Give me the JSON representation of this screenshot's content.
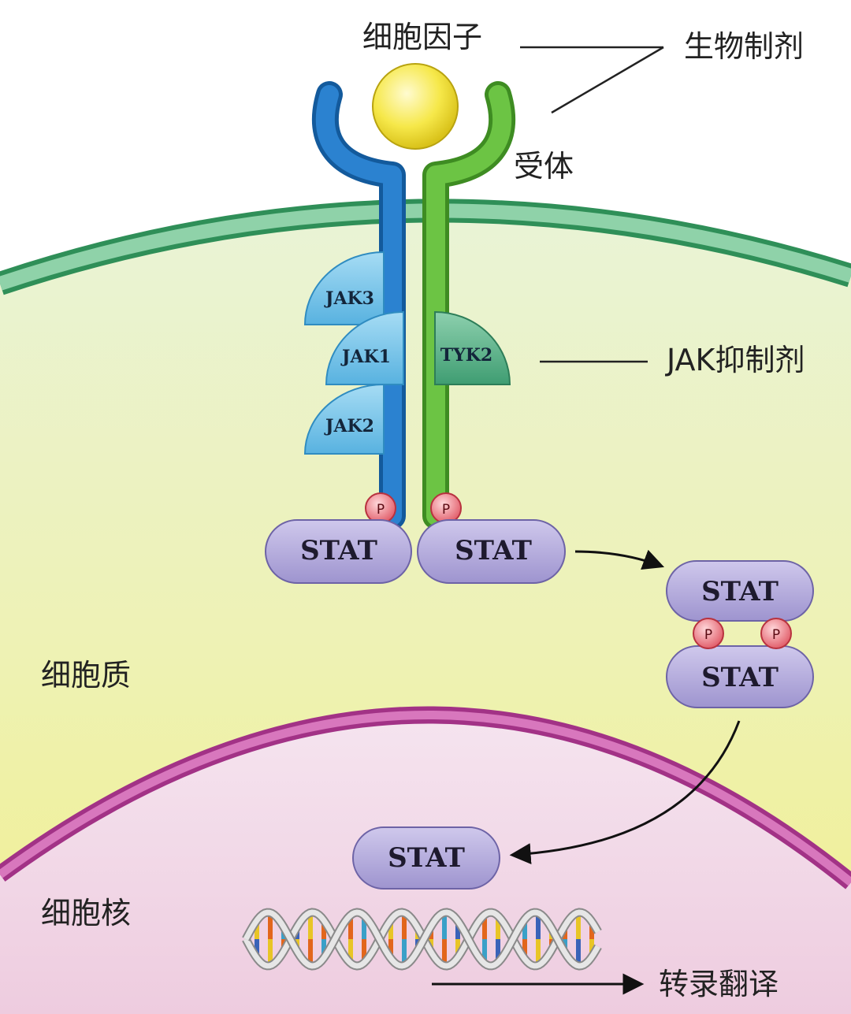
{
  "labels": {
    "cytokine": "细胞因子",
    "biologics": "生物制剂",
    "receptor": "受体",
    "jak_inhibitor": "JAK抑制剂",
    "cytoplasm": "细胞质",
    "nucleus": "细胞核",
    "transcription": "转录翻译"
  },
  "kinases": {
    "jak3": "JAK3",
    "jak1": "JAK1",
    "jak2": "JAK2",
    "tyk2": "TYK2"
  },
  "stat_label": "STAT",
  "phospho_label": "P",
  "colors": {
    "cytoplasm_top": "#e8f2cf",
    "cytoplasm_bottom": "#eef09a",
    "membrane": "#5fb582",
    "nuclear_membrane": "#c04aa0",
    "nucleus_fill": "#f0d0e6",
    "receptor_blue": "#1f74c2",
    "receptor_green": "#5cb53a",
    "cytokine": "#f2e23a",
    "jak": "#7dc6ea",
    "tyk2": "#5bb28a",
    "stat": "#b2a9d8",
    "phospho": "#e8707c"
  }
}
